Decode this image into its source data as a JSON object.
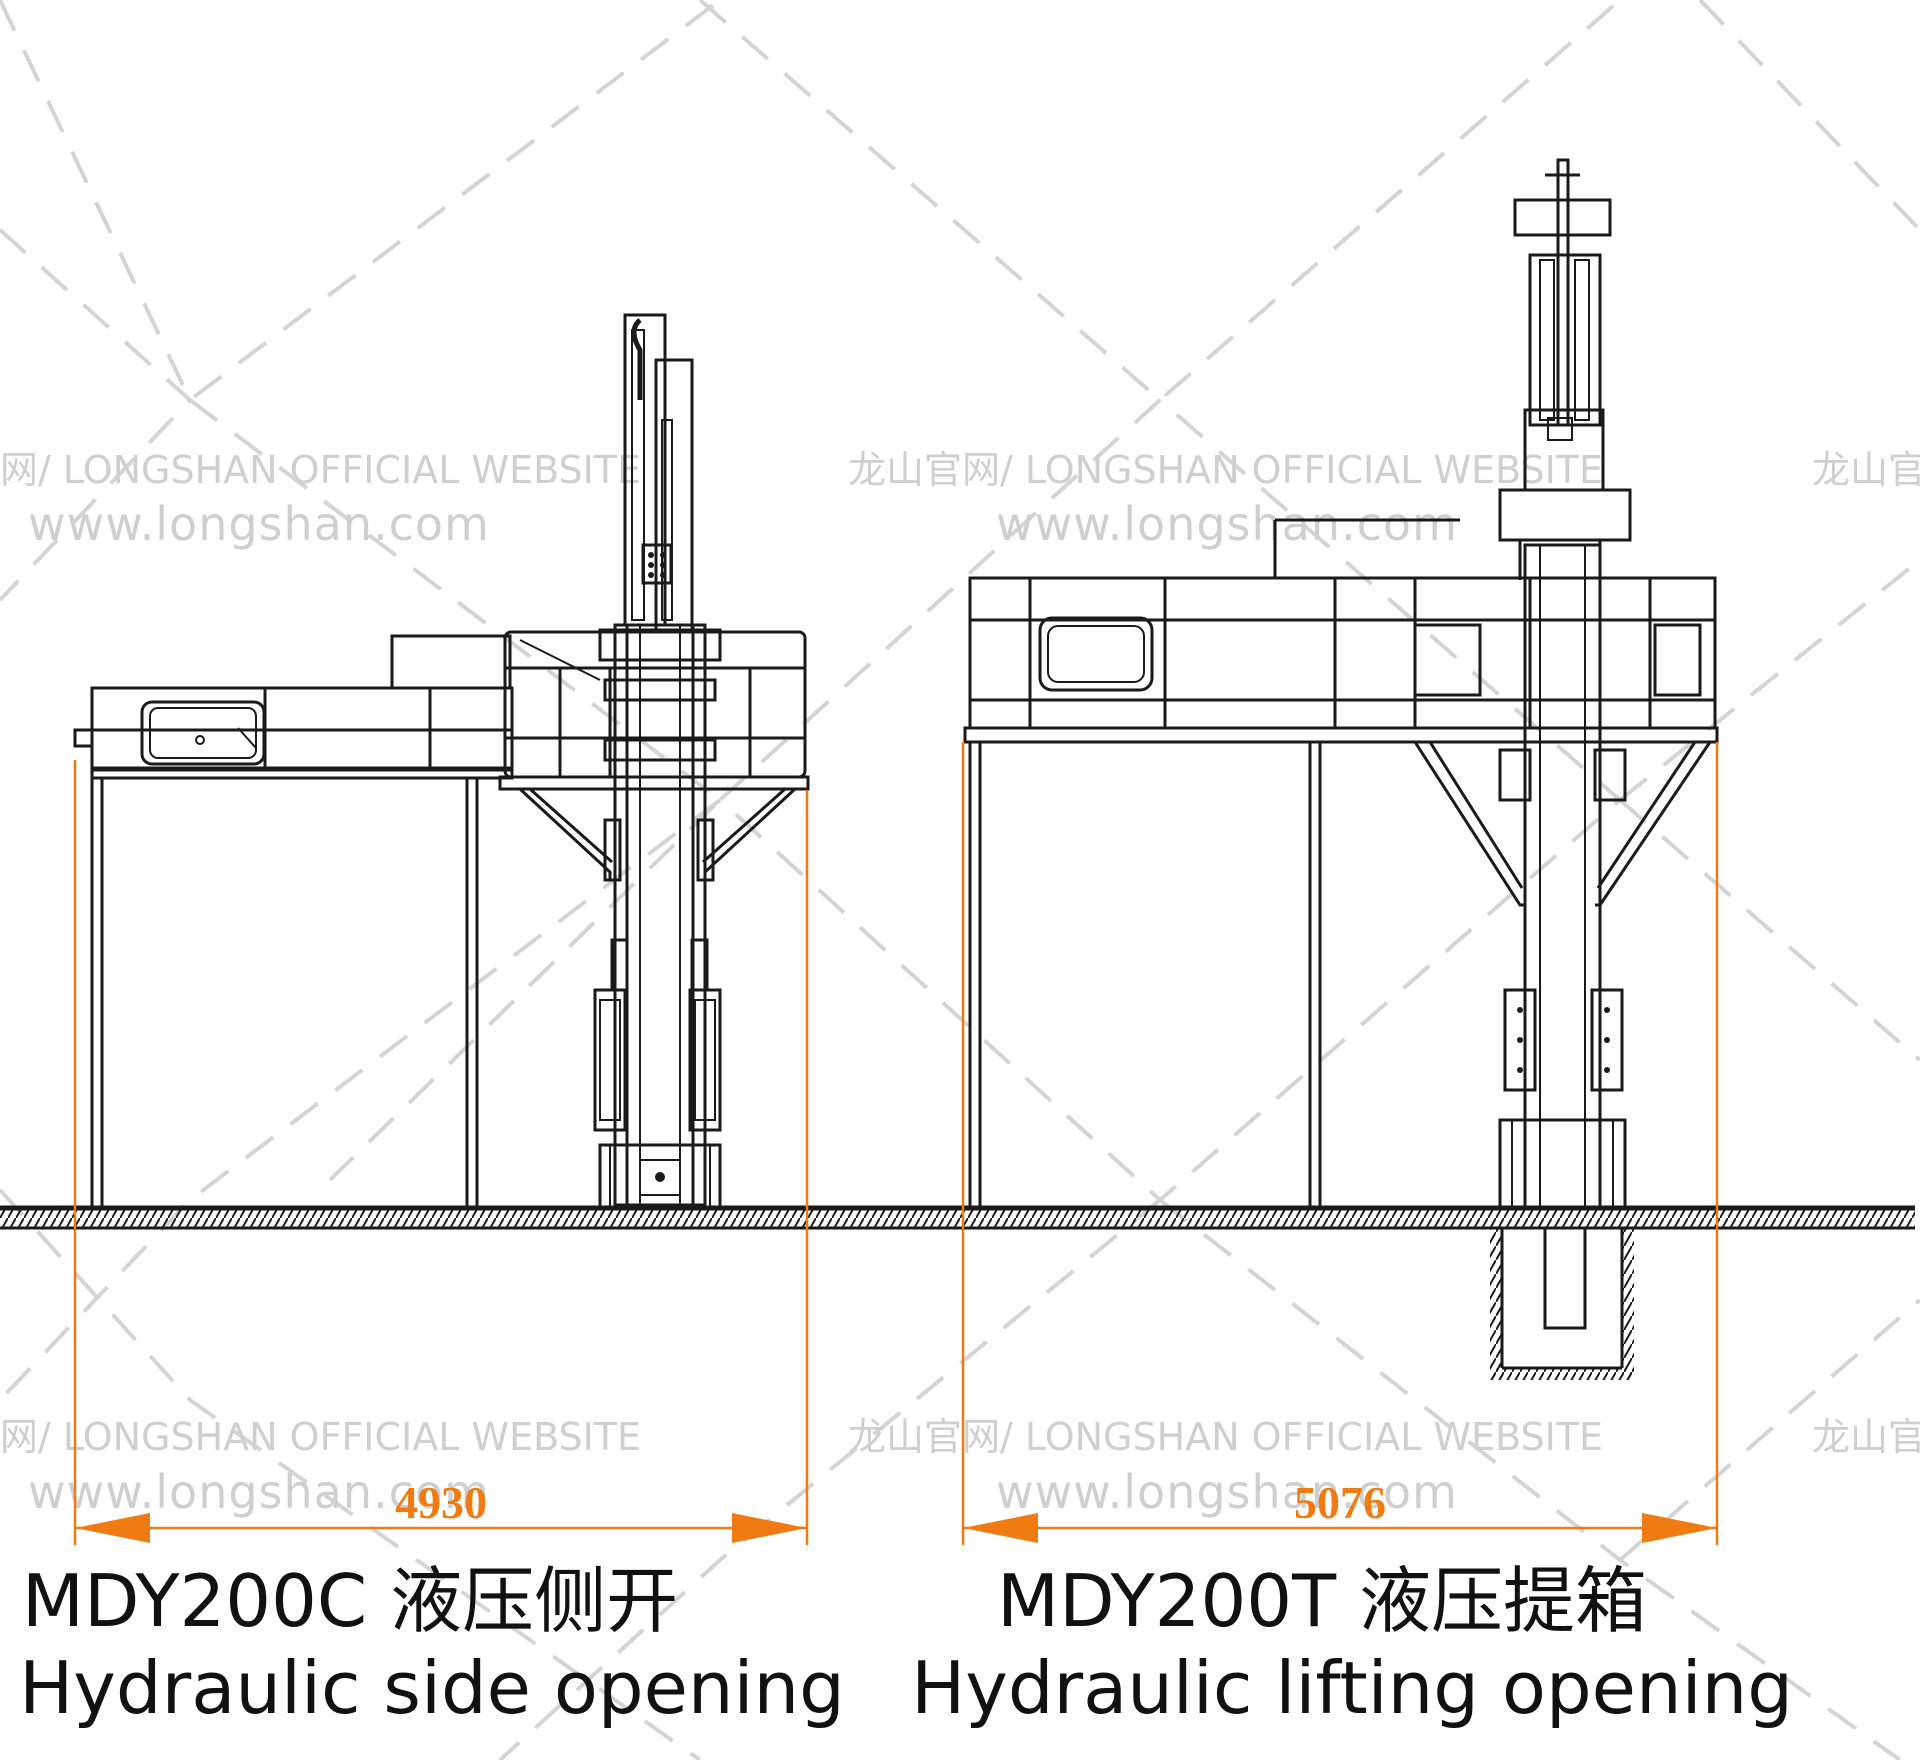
{
  "watermark": {
    "line1": "龙山官网/ LONGSHAN OFFICIAL WEBSITE",
    "line1_cut_left": "网/ LONGSHAN OFFICIAL WEBSITE",
    "line1_cut_right": "龙山官",
    "line2": "www.longshan.com"
  },
  "machines": [
    {
      "dimension": "4930",
      "model_title": "MDY200C 液压侧开",
      "subtitle": "Hydraulic side opening"
    },
    {
      "dimension": "5076",
      "model_title": "MDY200T 液压提箱",
      "subtitle": "Hydraulic lifting opening"
    }
  ],
  "colors": {
    "dimension": "#f07b12",
    "line": "#1a1a1a",
    "watermark": "#cfcfcf"
  }
}
